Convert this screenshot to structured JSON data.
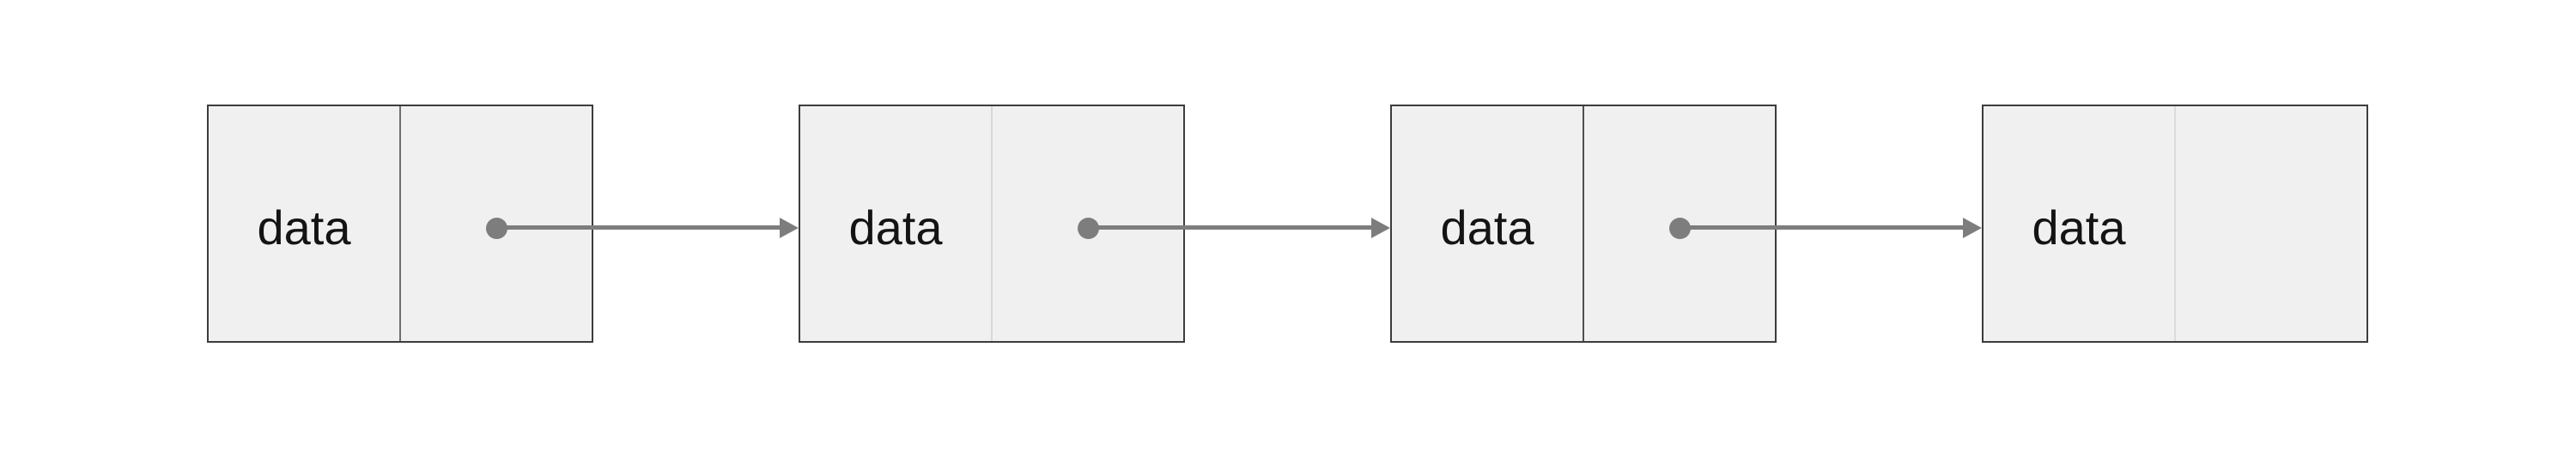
{
  "diagram": {
    "colors": {
      "background": "#ffffff",
      "node_fill": "#f0f0f0",
      "node_border": "#3c3c3c",
      "connector": "#7d7d7d",
      "label_text": "#141414"
    },
    "nodes": [
      {
        "label": "data",
        "divider_color": "#6e6e6e",
        "has_next_pointer": true
      },
      {
        "label": "data",
        "divider_color": "#d8d8d8",
        "has_next_pointer": true
      },
      {
        "label": "data",
        "divider_color": "#4f4f4f",
        "has_next_pointer": true
      },
      {
        "label": "data",
        "divider_color": "#dcdcdc",
        "has_next_pointer": false
      }
    ],
    "arrow_count": 3
  }
}
